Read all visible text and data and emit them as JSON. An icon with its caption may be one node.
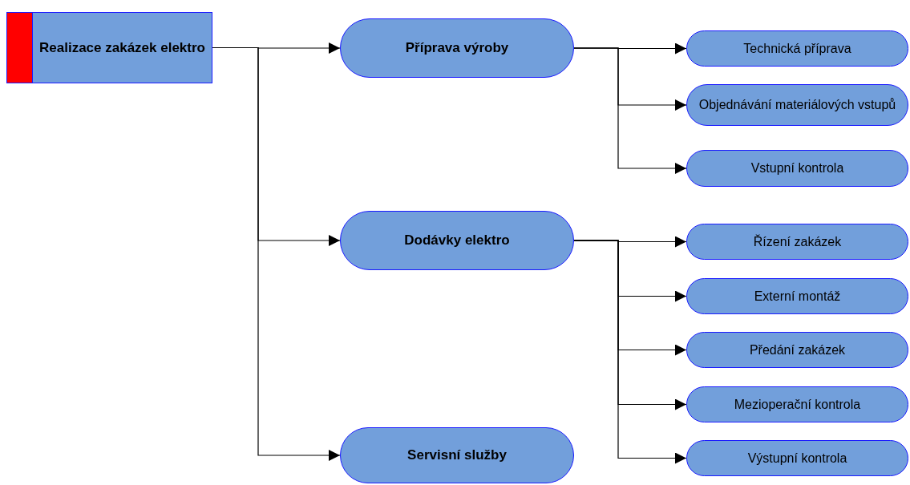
{
  "diagram": {
    "nodes": [
      {
        "text": [
          "Realizace zakázek elektro"
        ]
      },
      {
        "text": [
          "Příprava výroby"
        ]
      },
      {
        "text": [
          "Dodávky elektro"
        ]
      },
      {
        "text": [
          "Servisní služby"
        ]
      },
      {
        "text": [
          "Technická příprava"
        ]
      },
      {
        "text": [
          "Objednávání materiálových vstupů"
        ]
      },
      {
        "text": [
          "Vstupní kontrola"
        ]
      },
      {
        "text": [
          "Řízení zakázek"
        ]
      },
      {
        "text": [
          "Externí montáž"
        ]
      },
      {
        "text": [
          "Předání zakázek"
        ]
      },
      {
        "text": [
          "Mezioperační kontrola"
        ]
      },
      {
        "text": [
          "Výstupní kontrola"
        ]
      }
    ],
    "edges": [
      {
        "from": 0,
        "to": 1,
        "arrow": "to"
      },
      {
        "from": 0,
        "to": 2,
        "arrow": "to"
      },
      {
        "from": 0,
        "to": 3,
        "arrow": "to"
      },
      {
        "from": 1,
        "to": 4,
        "arrow": "to"
      },
      {
        "from": 1,
        "to": 5,
        "arrow": "to"
      },
      {
        "from": 1,
        "to": 6,
        "arrow": "to"
      },
      {
        "from": 2,
        "to": 7,
        "arrow": "to"
      },
      {
        "from": 2,
        "to": 8,
        "arrow": "to"
      },
      {
        "from": 2,
        "to": 9,
        "arrow": "to"
      },
      {
        "from": 2,
        "to": 10,
        "arrow": "to"
      },
      {
        "from": 2,
        "to": 11,
        "arrow": "to"
      }
    ]
  }
}
